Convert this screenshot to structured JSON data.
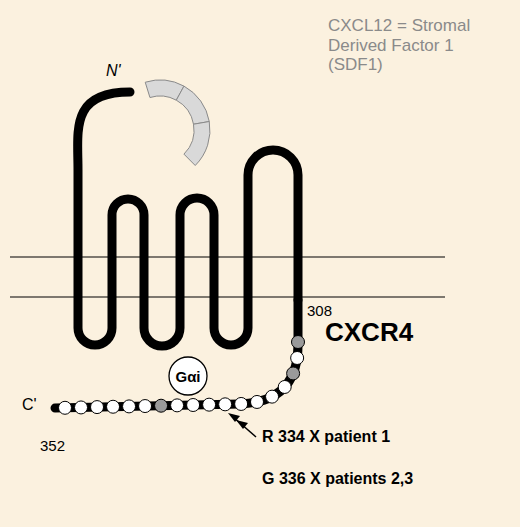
{
  "diagram": {
    "nodes": [
      {
        "text": [
          "Gαi"
        ]
      }
    ],
    "labels": [
      "CXCL12 = Stromal Derived Factor 1 (SDF1)",
      "N'",
      "308",
      "CXCR4",
      "C'",
      "352",
      "R 334 X patient 1",
      "G 336 X patients 2,3"
    ]
  }
}
